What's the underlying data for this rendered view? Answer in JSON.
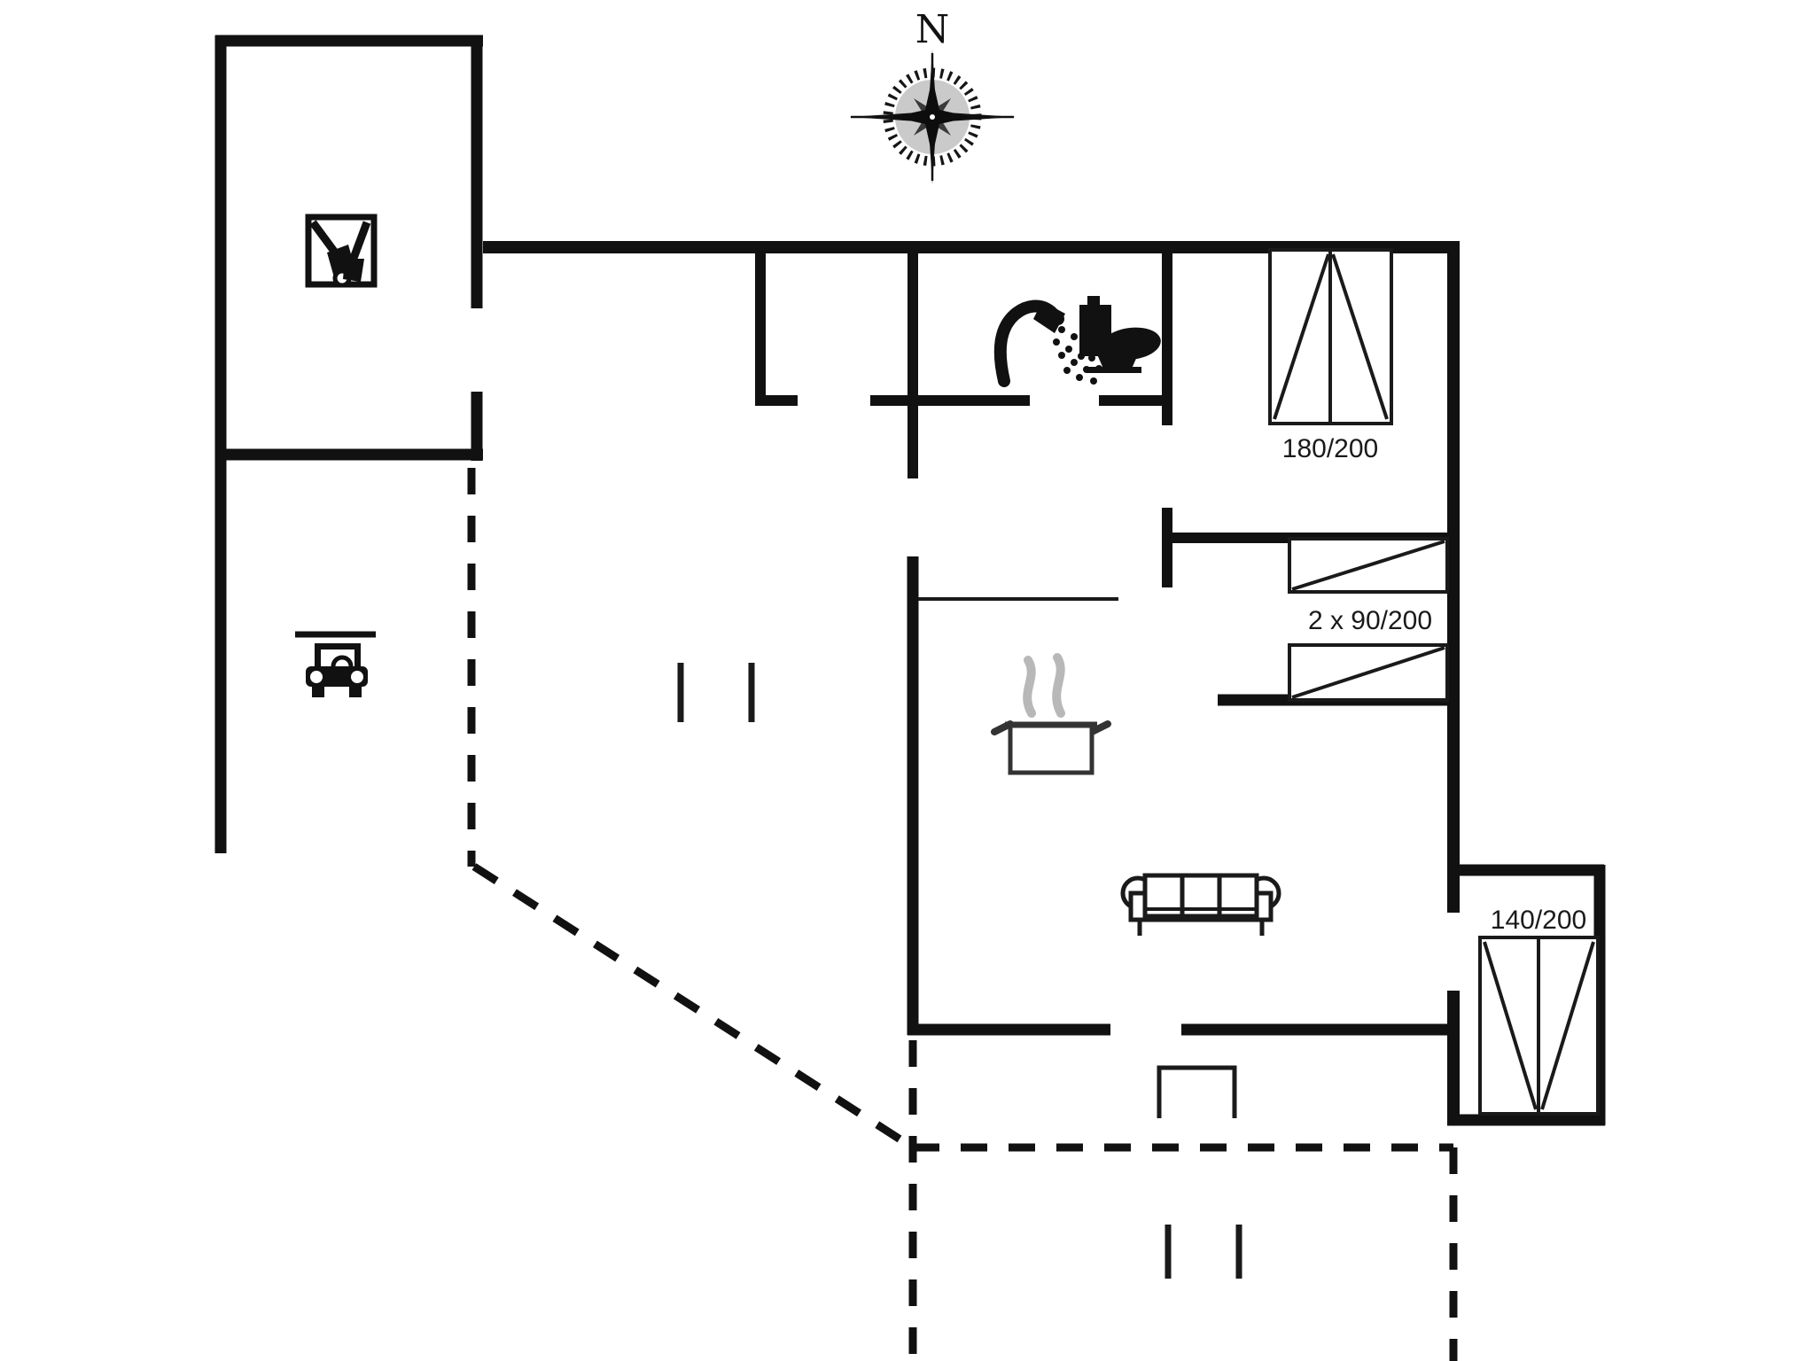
{
  "compass": {
    "label": "N",
    "direction_name": "north"
  },
  "beds": {
    "double_bed_label": "180/200",
    "twin_beds_label": "2 x 90/200",
    "small_double_bed_label": "140/200"
  },
  "icons": {
    "compass_rose": "compass-rose-icon",
    "garden_tools": "garden-tools-icon",
    "car": "carport-car-icon",
    "shower": "shower-icon",
    "toilet": "toilet-icon",
    "cooking_pot": "stove-pot-icon",
    "sofa": "sofa-icon"
  },
  "colors": {
    "wall": "#111111",
    "line": "#1a1a1a",
    "steam": "#b8b8b8",
    "background": "#ffffff",
    "compass_disc": "#969696"
  }
}
